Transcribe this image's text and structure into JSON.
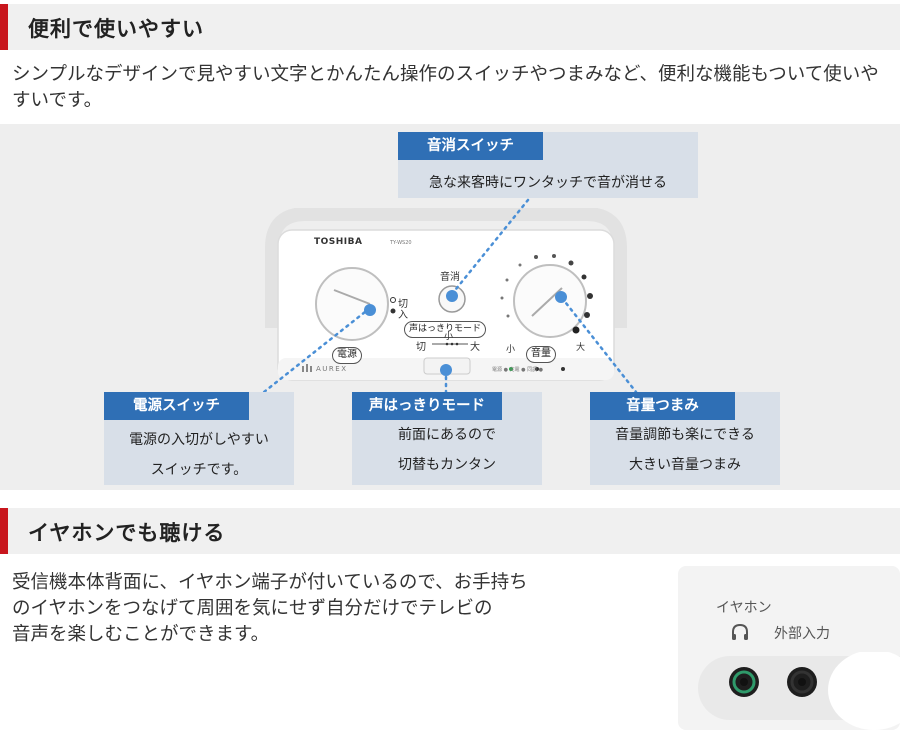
{
  "section1": {
    "title": "便利で使いやすい",
    "description": "シンプルなデザインで見やすい文字とかんたん操作のスイッチやつまみなど、便利な機能もついて使いやすいです。"
  },
  "device": {
    "brand": "TOSHIBA",
    "model": "TY-WS20",
    "sub_brand": "AUREX",
    "mute_label": "音消",
    "power_label": "電源",
    "off_label": "切",
    "on_label": "入",
    "voice_mode_label": "声はっきりモード",
    "voice_off": "切",
    "voice_small": "小",
    "voice_large": "大",
    "volume_label": "音量",
    "vol_small": "小",
    "vol_large": "大",
    "indicators": "電源 ● 充電 ● 同調 ●"
  },
  "callouts": {
    "mute": {
      "title": "音消スイッチ",
      "line1": "急な来客時にワンタッチで音が消せる"
    },
    "power": {
      "title": "電源スイッチ",
      "line1": "電源の入切がしやすい",
      "line2": "スイッチです。"
    },
    "voice": {
      "title": "声はっきりモード",
      "line1": "前面にあるので",
      "line2": "切替もカンタン"
    },
    "volume": {
      "title": "音量つまみ",
      "line1": "音量調節も楽にできる",
      "line2": "大きい音量つまみ"
    }
  },
  "section2": {
    "title": "イヤホンでも聴ける",
    "line1": "受信機本体背面に、イヤホン端子が付いているので、お手持ち",
    "line2": "のイヤホンをつなげて周囲を気にせず自分だけでテレビの",
    "line3": "音声を楽しむことができます。"
  },
  "earphone": {
    "label1": "イヤホン",
    "label2": "外部入力"
  },
  "colors": {
    "accent_red": "#c8161d",
    "tag_blue": "#2f6fb5",
    "callout_bg": "#d8dfe8",
    "pointer_blue": "#4a8fd6"
  }
}
